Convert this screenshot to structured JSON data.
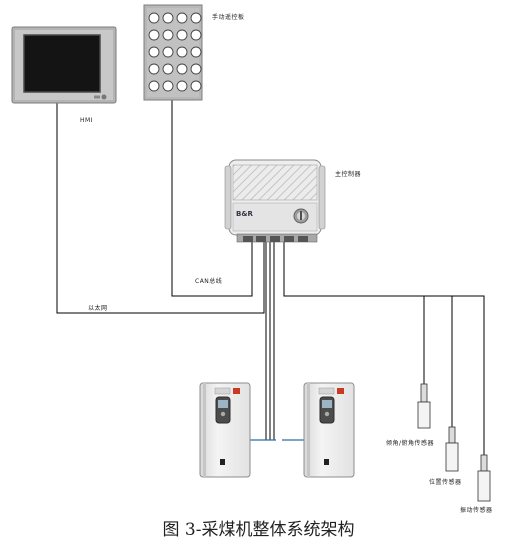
{
  "labels": {
    "hmi": "HMI",
    "remote_panel": "手动遥控板",
    "main_controller": "主控制器",
    "can_bus": "CAN总线",
    "ethernet": "以太网",
    "tilt_sensor": "倾角/俯角传感器",
    "position_sensor": "位置传感器",
    "vibration_sensor": "振动传感器",
    "caption": "图 3-采煤机整体系统架构",
    "controller_logo": "B&R"
  },
  "icons": {
    "hmi": "hmi-touch-panel-icon",
    "remote_panel": "keypad-remote-icon",
    "controller": "controller-box-icon",
    "drive": "frequency-drive-icon",
    "sensor": "cylindrical-sensor-icon"
  },
  "colors": {
    "line": "#000000",
    "drive_link": "#2a6fa8",
    "panel_gray": "#b4b4b4",
    "screen": "#141414",
    "brand_red": "#c83a22"
  }
}
